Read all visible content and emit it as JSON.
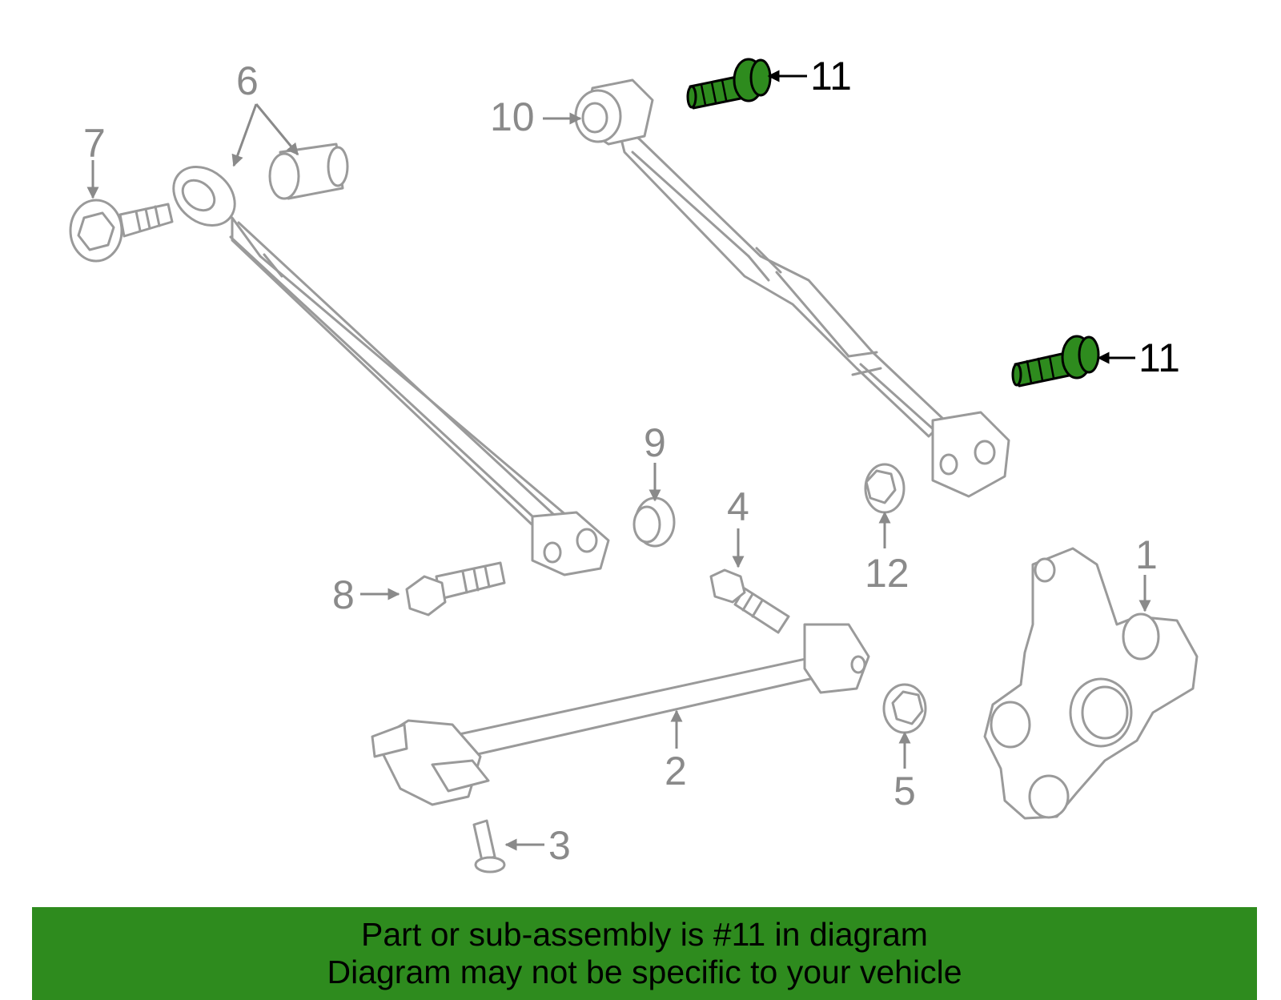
{
  "callouts": {
    "c1": "1",
    "c2": "2",
    "c3": "3",
    "c4": "4",
    "c5": "5",
    "c6": "6",
    "c7": "7",
    "c8": "8",
    "c9": "9",
    "c10": "10",
    "c11a": "11",
    "c11b": "11",
    "c12": "12"
  },
  "banner": {
    "line1": "Part or sub-assembly is #11 in diagram",
    "line2": "Diagram may not be specific to your vehicle"
  },
  "colors": {
    "highlight": "#2e8b1e",
    "part_outline": "#9a9a9a",
    "callout_text": "#8a8a8a"
  }
}
